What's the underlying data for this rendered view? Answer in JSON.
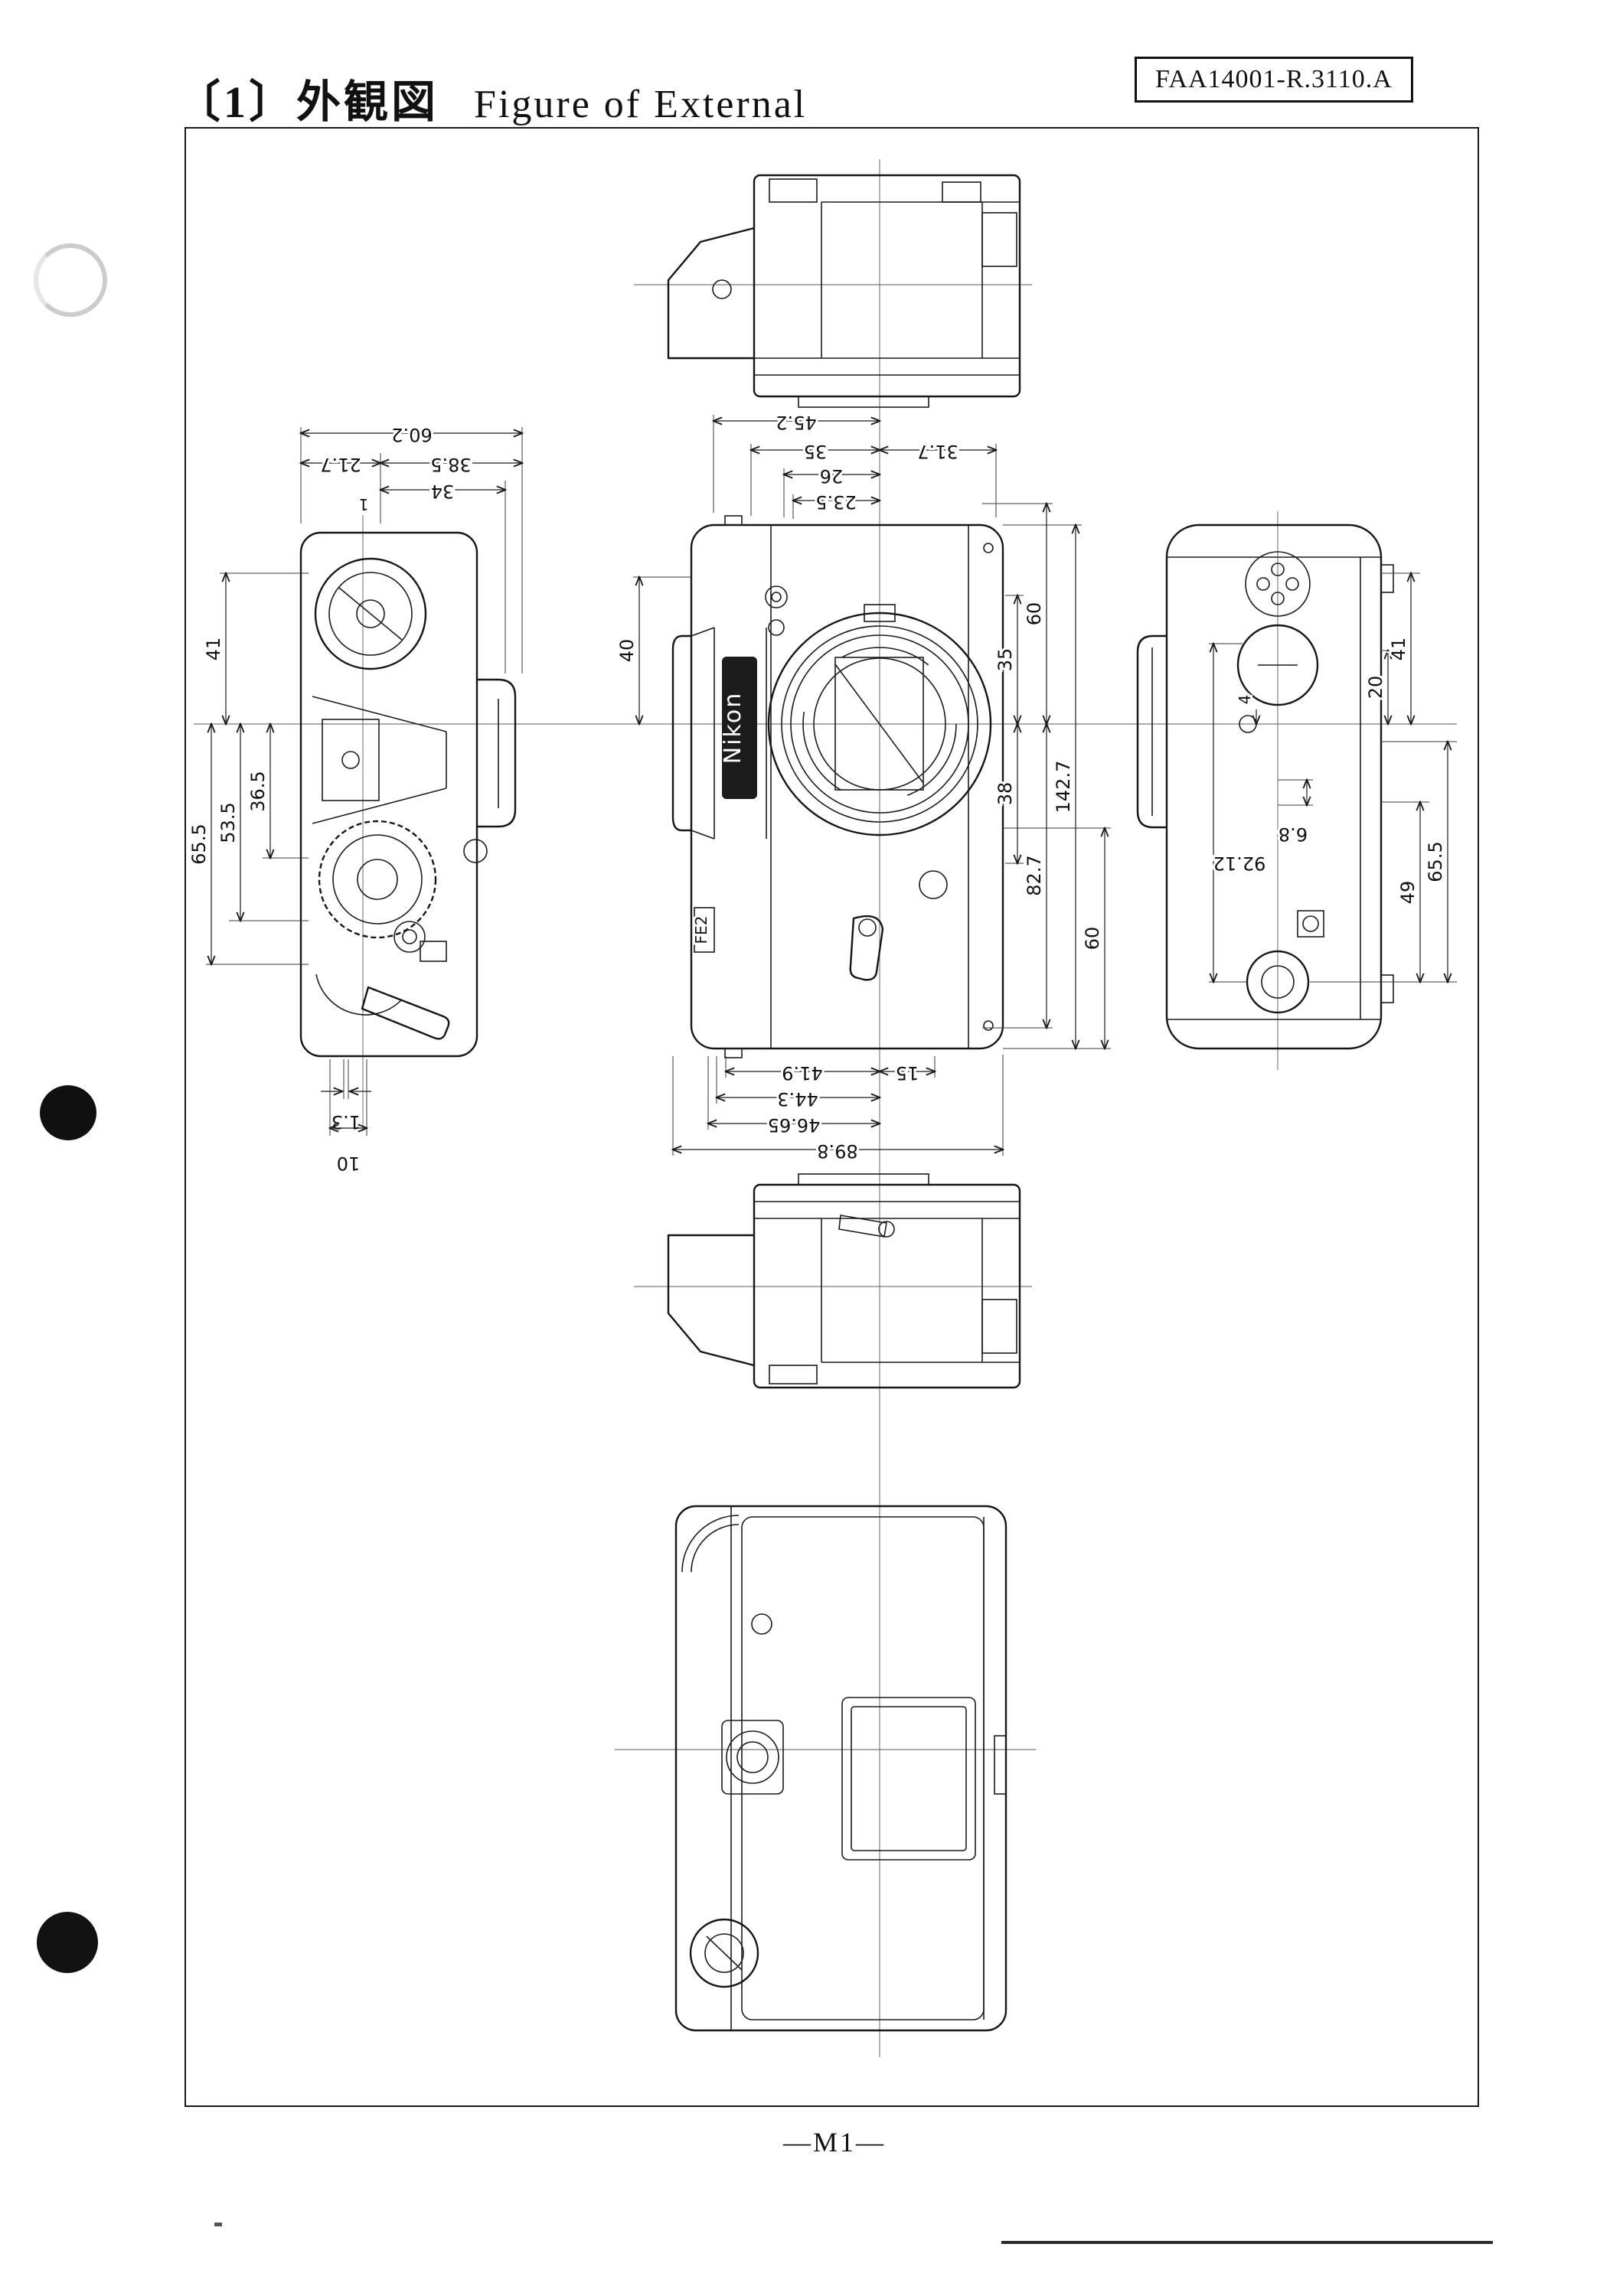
{
  "page": {
    "header": {
      "figure_index": "〔1〕",
      "title_jp": "外観図",
      "title_en": "Figure of External",
      "doc_number": "FAA14001-R.3110.A"
    },
    "footer": {
      "page_number": "—M1—"
    }
  },
  "camera": {
    "brand": "Nikon",
    "model": "FE2"
  },
  "dimensions": {
    "top_view": {
      "top": [
        "60.2",
        "21.7",
        "38.5",
        "34",
        "1"
      ],
      "side": [
        "41",
        "36.5",
        "53.5",
        "65.5"
      ],
      "bottom": [
        "1.3",
        "10"
      ]
    },
    "front_view": {
      "top": [
        "45.2",
        "35",
        "26",
        "23.5",
        "31.7"
      ],
      "left": [
        "40"
      ],
      "right": [
        "60",
        "35",
        "38",
        "82.7",
        "142.7",
        "60"
      ],
      "bottom": [
        "15",
        "41.9",
        "44.3",
        "46.65",
        "89.8"
      ]
    },
    "bottom_view": {
      "labels": [
        "41",
        "20",
        "4",
        "6.8",
        "49",
        "65.5",
        "92.12"
      ]
    }
  },
  "colors": {
    "ink": "#1a1a1a",
    "paper": "#ffffff"
  }
}
